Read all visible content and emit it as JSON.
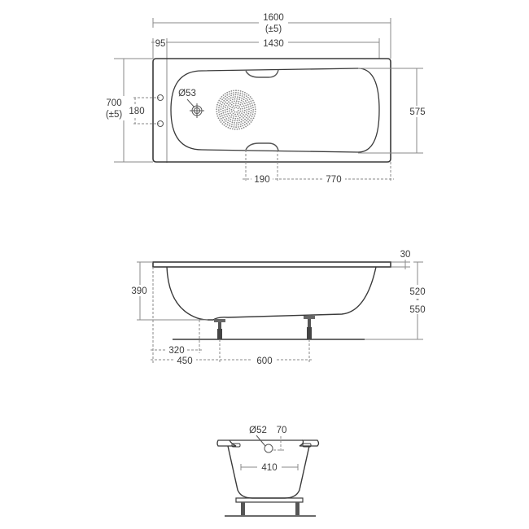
{
  "colors": {
    "line": "#3a3a3a",
    "dimension": "#8a8a8a",
    "background": "#ffffff"
  },
  "units": "mm",
  "top_view": {
    "overall_length": "1600",
    "overall_length_tolerance": "(±5)",
    "rim_offset": "95",
    "inner_length": "1430",
    "overall_width": "700",
    "overall_width_tolerance": "(±5)",
    "tap_hole_spacing": "180",
    "waste_diameter": "Ø53",
    "inner_width": "575",
    "handle_width": "190",
    "handle_to_end": "770"
  },
  "side_view": {
    "rim_thickness": "30",
    "depth": "390",
    "height_min": "520",
    "height_separator": "-",
    "height_max": "550",
    "end_to_bottom": "320",
    "end_to_leg": "450",
    "leg_spacing": "600"
  },
  "end_view": {
    "overflow_diameter": "Ø52",
    "overflow_offset": "70",
    "bottom_width": "410"
  }
}
